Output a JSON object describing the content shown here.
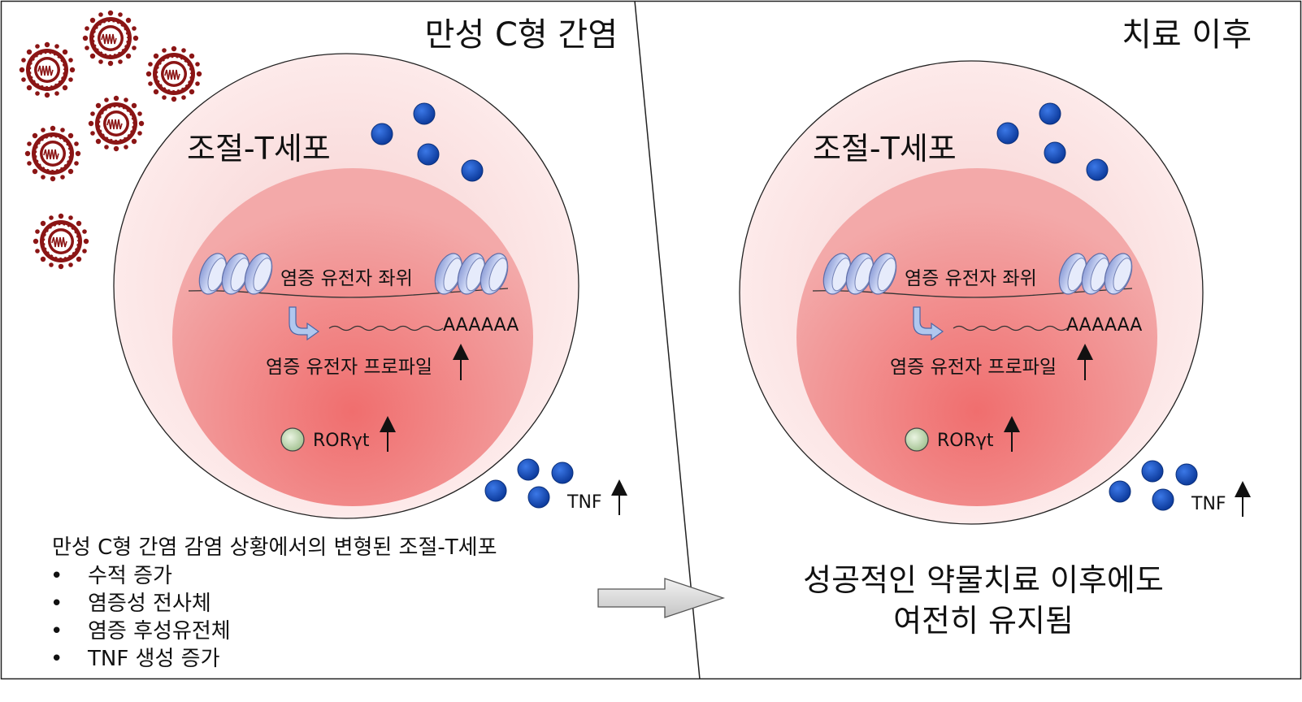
{
  "panels": {
    "left": {
      "title": "만성 C형 간염",
      "cell_label": "조절-T세포",
      "locus_label": "염증 유전자 좌위",
      "polyA": "AAAAAA",
      "profile_label": "염증 유전자 프로파일",
      "rorgt_label": "RORγt",
      "tnf_label": "TNF"
    },
    "right": {
      "title": "치료 이후",
      "cell_label": "조절-T세포",
      "locus_label": "염증 유전자 좌위",
      "polyA": "AAAAAA",
      "profile_label": "염증 유전자 프로파일",
      "rorgt_label": "RORγt",
      "tnf_label": "TNF"
    }
  },
  "summary": {
    "heading": "만성 C형 간염 감염 상황에서의 변형된 조절-T세포",
    "bullets": [
      "수적 증가",
      "염증성 전사체",
      "염증 후성유전체",
      "TNF 생성 증가"
    ]
  },
  "conclusion": {
    "line1": "성공적인 약물치료 이후에도",
    "line2": "여전히 유지됨"
  },
  "colors": {
    "virus": "#8b1515",
    "blue_dot": "#1a4fc0",
    "nucleosome": "#b9c6f0",
    "rorgt_dot": "#c6dcb8",
    "cell_outer": "#fbe0e0",
    "nucleus": "#ef7f7f",
    "arrow_fill": "#dedede"
  }
}
